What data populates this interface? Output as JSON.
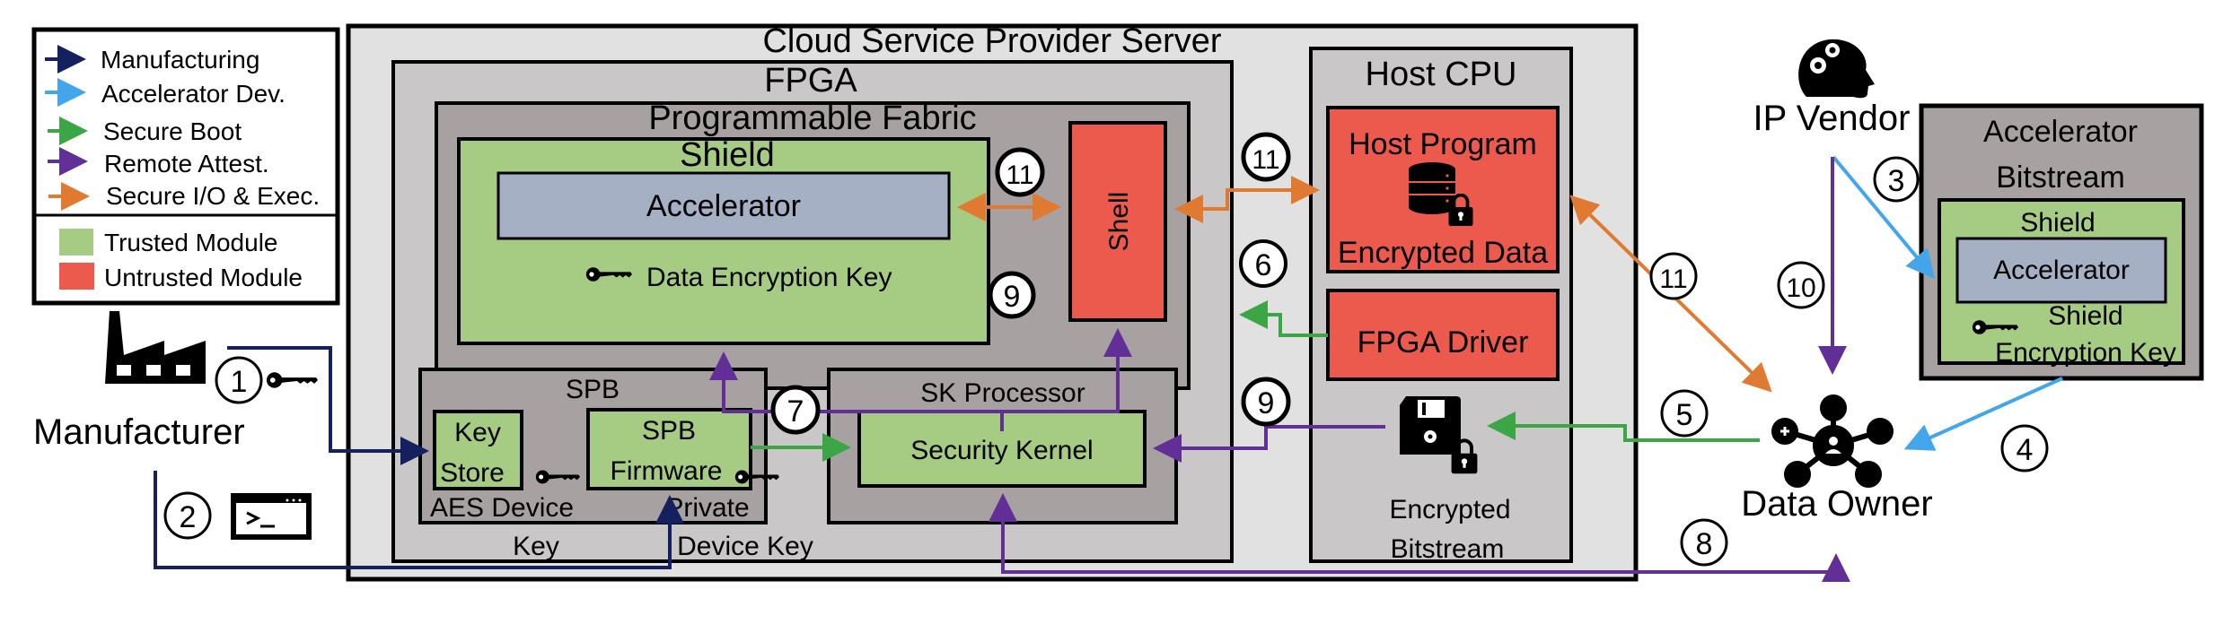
{
  "legend": {
    "flows": [
      {
        "label": "Manufacturing",
        "color": "#14215e"
      },
      {
        "label": "Accelerator Dev.",
        "color": "#43a6ea"
      },
      {
        "label": "Secure Boot",
        "color": "#3ca545"
      },
      {
        "label": "Remote Attest.",
        "color": "#622f96"
      },
      {
        "label": "Secure I/O & Exec.",
        "color": "#e07a30"
      }
    ],
    "modules": [
      {
        "label": "Trusted Module",
        "color": "#a6cb83"
      },
      {
        "label": "Untrusted Module",
        "color": "#ec5a4d"
      }
    ]
  },
  "colors": {
    "csp_bg": "#e1e1e1",
    "fpga_bg": "#c9c7c8",
    "fabric_bg": "#a7a2a1",
    "accelerator_bg": "#a5b0c4",
    "trusted": "#a6cb83",
    "untrusted": "#ec5a4d"
  },
  "actors": {
    "manufacturer": "Manufacturer",
    "ip_vendor": "IP Vendor",
    "data_owner": "Data Owner"
  },
  "csp": {
    "title": "Cloud Service Provider Server",
    "fpga": {
      "title": "FPGA",
      "fabric": {
        "title": "Programmable Fabric",
        "shield": {
          "title": "Shield",
          "accelerator": "Accelerator",
          "key": "Data Encryption Key"
        },
        "shell": "Shell"
      },
      "spb": {
        "title": "SPB",
        "key_store_line1": "Key",
        "key_store_line2": "Store",
        "firmware_line1": "SPB",
        "firmware_line2": "Firmware",
        "aes_key_line1": "AES Device",
        "aes_key_line2": "Key",
        "private_key_line1": "Private",
        "private_key_line2": "Device Key"
      },
      "sk_processor": {
        "title": "SK Processor",
        "kernel": "Security Kernel"
      }
    },
    "host_cpu": {
      "title": "Host CPU",
      "host_program": "Host Program",
      "encrypted_data": "Encrypted Data",
      "fpga_driver": "FPGA Driver",
      "bitstream_line1": "Encrypted",
      "bitstream_line2": "Bitstream"
    }
  },
  "accel_bitstream": {
    "title_line1": "Accelerator",
    "title_line2": "Bitstream",
    "shield": "Shield",
    "accelerator": "Accelerator",
    "key_line1": "Shield",
    "key_line2": "Encryption Key"
  },
  "steps": [
    "1",
    "2",
    "3",
    "4",
    "5",
    "6",
    "7",
    "8",
    "9",
    "9",
    "10",
    "11",
    "11",
    "11"
  ]
}
